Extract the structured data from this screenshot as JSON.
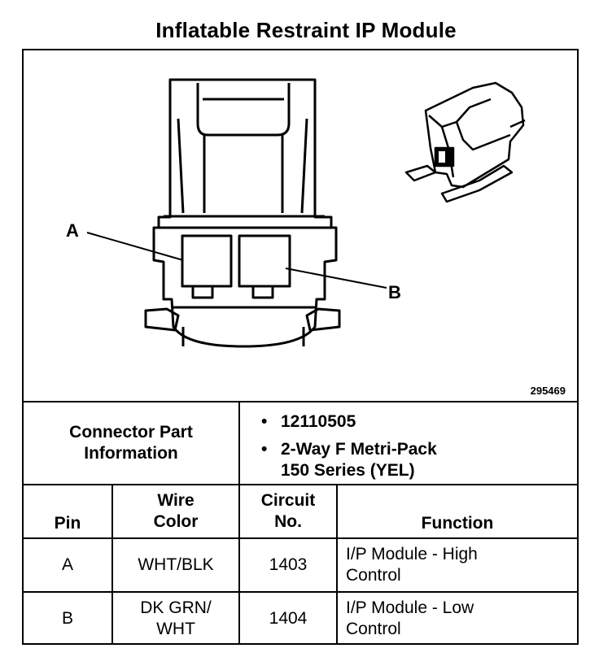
{
  "title": "Inflatable Restraint IP Module",
  "figure_number": "295469",
  "diagram": {
    "label_a": "A",
    "label_b": "B"
  },
  "connector_info": {
    "label": "Connector Part\nInformation",
    "bullets": [
      "12110505",
      "2-Way F Metri-Pack\n150 Series (YEL)"
    ]
  },
  "table": {
    "headers": [
      "Pin",
      "Wire\nColor",
      "Circuit\nNo.",
      "Function"
    ],
    "rows": [
      [
        "A",
        "WHT/BLK",
        "1403",
        "I/P Module - High\nControl"
      ],
      [
        "B",
        "DK GRN/\nWHT",
        "1404",
        "I/P Module - Low\nControl"
      ]
    ]
  }
}
